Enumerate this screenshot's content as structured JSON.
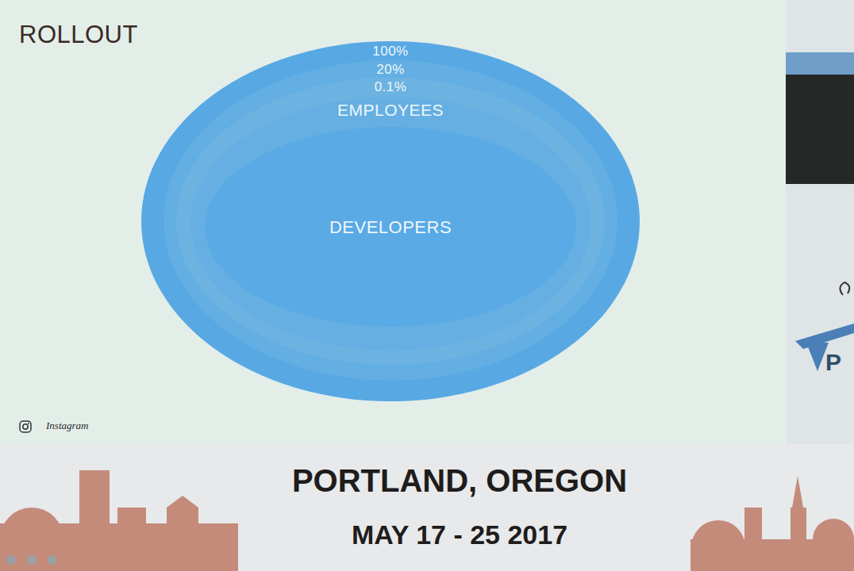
{
  "diagram": {
    "title": "ROLLOUT",
    "nodes": [
      {
        "text": [
          "100%"
        ]
      },
      {
        "text": [
          "20%"
        ],
        "in": 0
      },
      {
        "text": [
          "0.1%"
        ],
        "in": 1
      },
      {
        "text": [
          "EMPLOYEES"
        ],
        "in": 2
      },
      {
        "text": [
          "DEVELOPERS"
        ],
        "in": 3
      }
    ],
    "labels": [
      "Instagram",
      "PORTLAND, OREGON",
      "MAY 17 - 25 2017",
      "P"
    ]
  }
}
